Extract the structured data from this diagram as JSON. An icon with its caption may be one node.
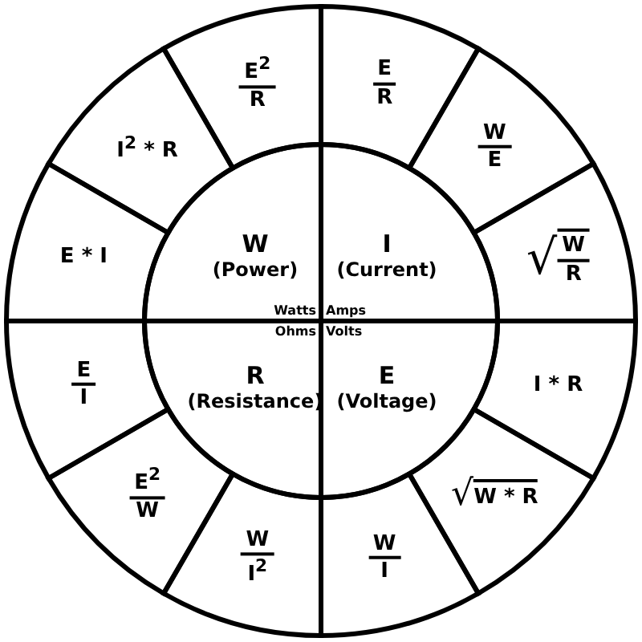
{
  "diagram": {
    "nodes": [
      {
        "text": [
          "W",
          "(Power)"
        ]
      },
      {
        "text": [
          "I",
          "(Current)"
        ]
      },
      {
        "text": [
          "R",
          "(Resistance)"
        ]
      },
      {
        "text": [
          "E",
          "(Voltage)"
        ]
      },
      {
        "text": [
          "E",
          "R"
        ]
      },
      {
        "text": [
          "W",
          "E"
        ]
      },
      {
        "text": [
          "√",
          "W",
          "R"
        ]
      },
      {
        "text": [
          "I * R"
        ]
      },
      {
        "text": [
          "√",
          "W * R"
        ]
      },
      {
        "text": [
          "W",
          "I"
        ]
      },
      {
        "text": [
          "W",
          "I$^{2}$"
        ]
      },
      {
        "text": [
          "E$^{2}$",
          "W"
        ]
      },
      {
        "text": [
          "E",
          "I"
        ]
      },
      {
        "text": [
          "E * I"
        ]
      },
      {
        "text": [
          "I$^{2}$ * R"
        ]
      },
      {
        "text": [
          "E$^{2}$",
          "R"
        ]
      }
    ],
    "labels": [
      "Watts",
      "Amps",
      "Ohms",
      "Volts"
    ]
  }
}
